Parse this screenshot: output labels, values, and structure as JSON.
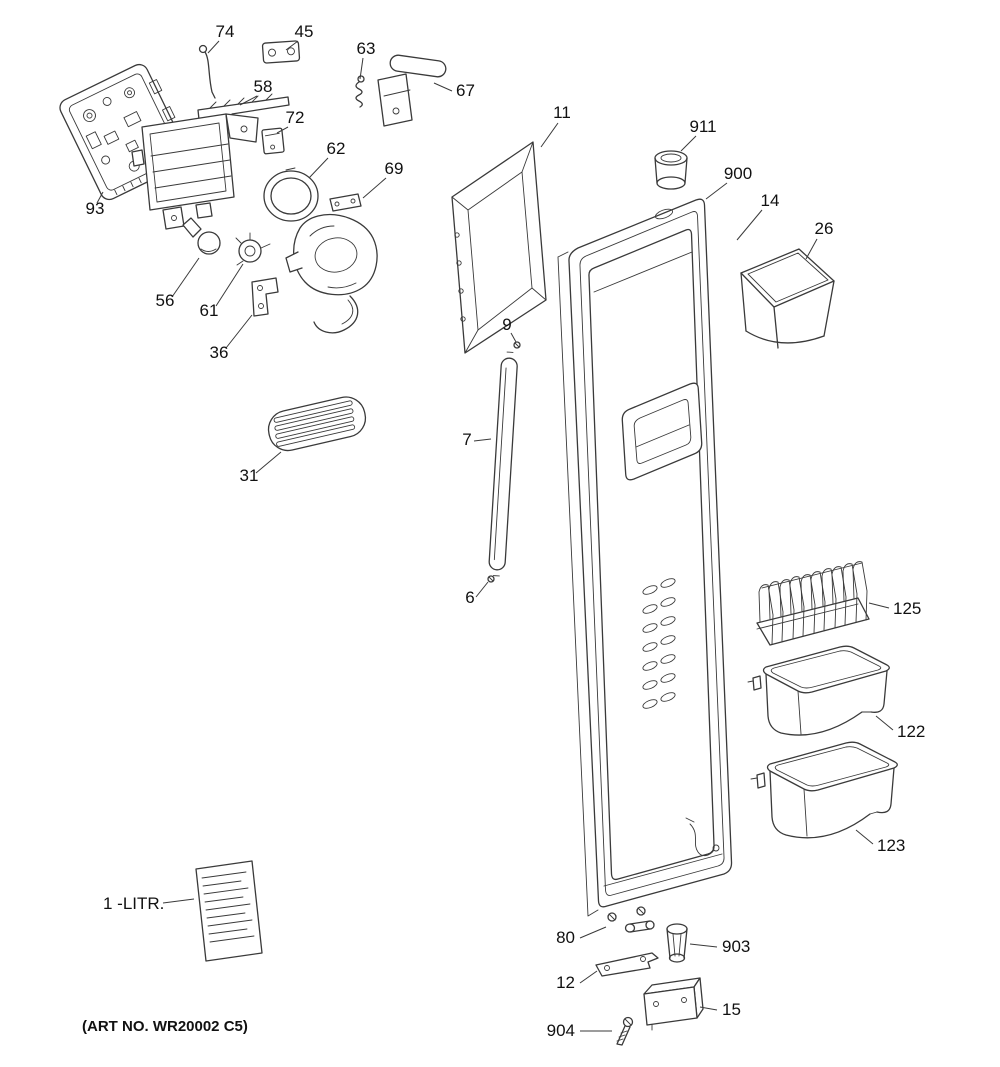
{
  "diagram": {
    "art_no": "(ART NO. WR20002 C5)",
    "colors": {
      "line": "#3a3a3a",
      "label": "#111111",
      "background": "#ffffff"
    },
    "callouts": {
      "p74": "74",
      "p45": "45",
      "p63": "63",
      "p67": "67",
      "p58": "58",
      "p72": "72",
      "p62": "62",
      "p69": "69",
      "p93": "93",
      "p56": "56",
      "p61": "61",
      "p36": "36",
      "p31": "31",
      "p11": "11",
      "p911": "911",
      "p900": "900",
      "p14": "14",
      "p26": "26",
      "p9": "9",
      "p7": "7",
      "p6": "6",
      "p125": "125",
      "p122": "122",
      "p123": "123",
      "p80": "80",
      "p903": "903",
      "p12": "12",
      "p15": "15",
      "p904": "904",
      "litr": "1 -LITR."
    }
  }
}
